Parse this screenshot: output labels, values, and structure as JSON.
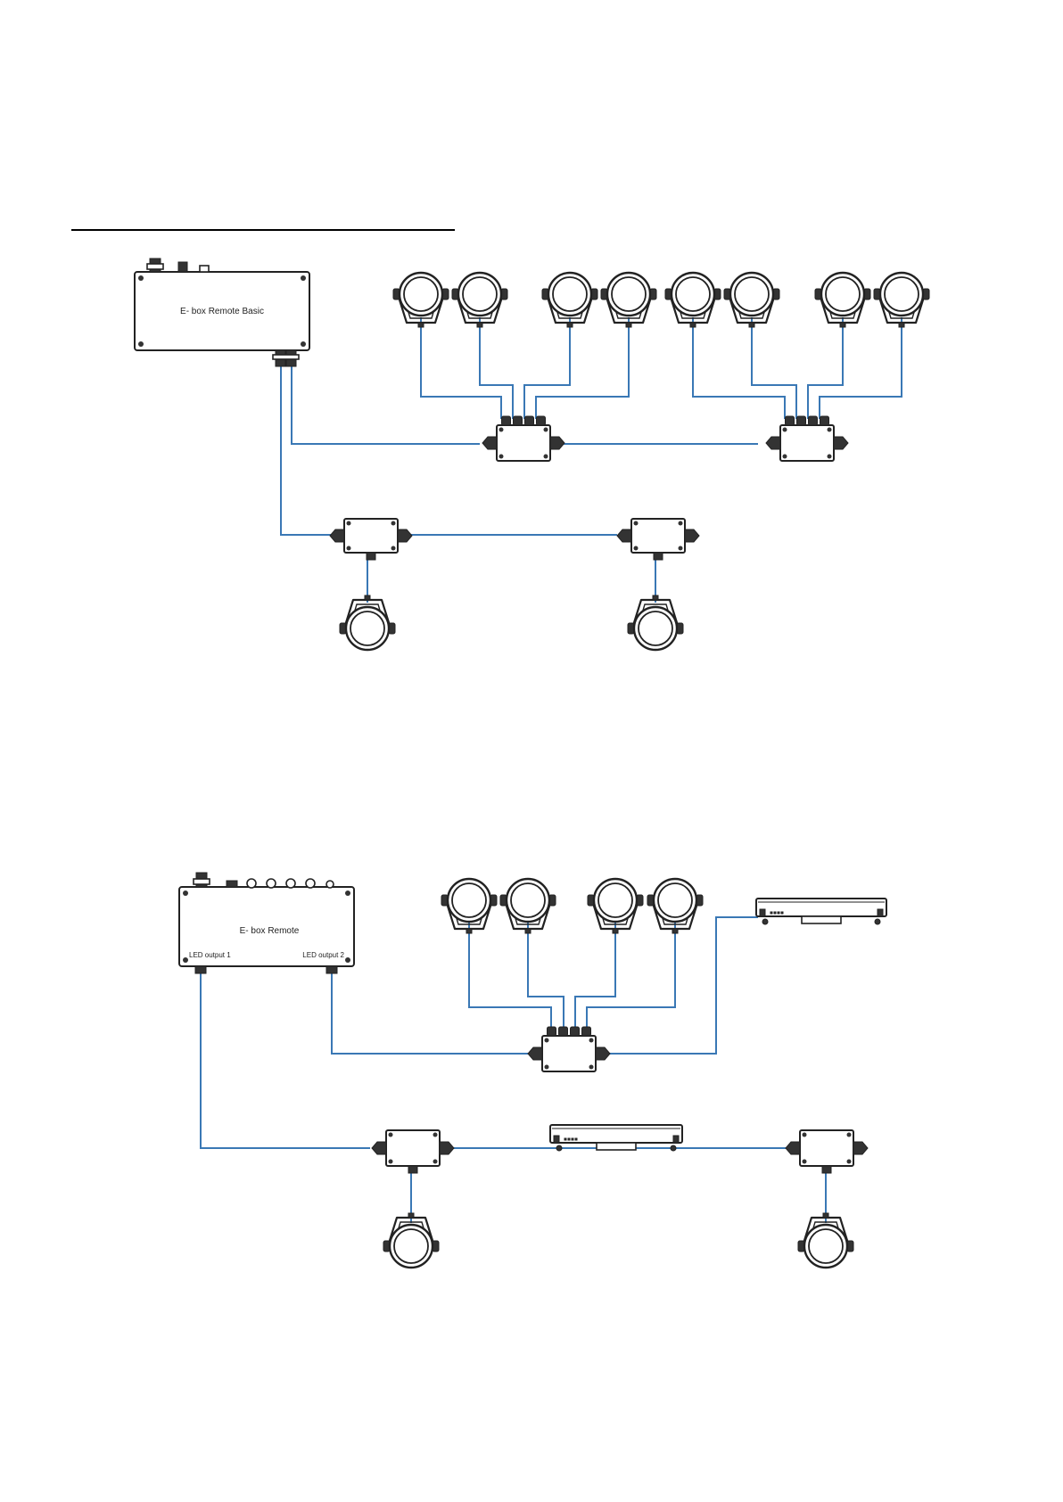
{
  "diagram1": {
    "controller_label": "E- box Remote Basic"
  },
  "diagram2": {
    "controller_label": "E- box Remote",
    "port_left_label": "LED output 1",
    "port_right_label": "LED output 2"
  },
  "colors": {
    "cable": "#3a78b5",
    "outline": "#222222",
    "background": "#ffffff"
  },
  "icons": {
    "spotlight": "spotlight-icon",
    "junction": "junction-box-icon",
    "controller": "controller-box-icon",
    "led_bar": "led-bar-icon"
  }
}
